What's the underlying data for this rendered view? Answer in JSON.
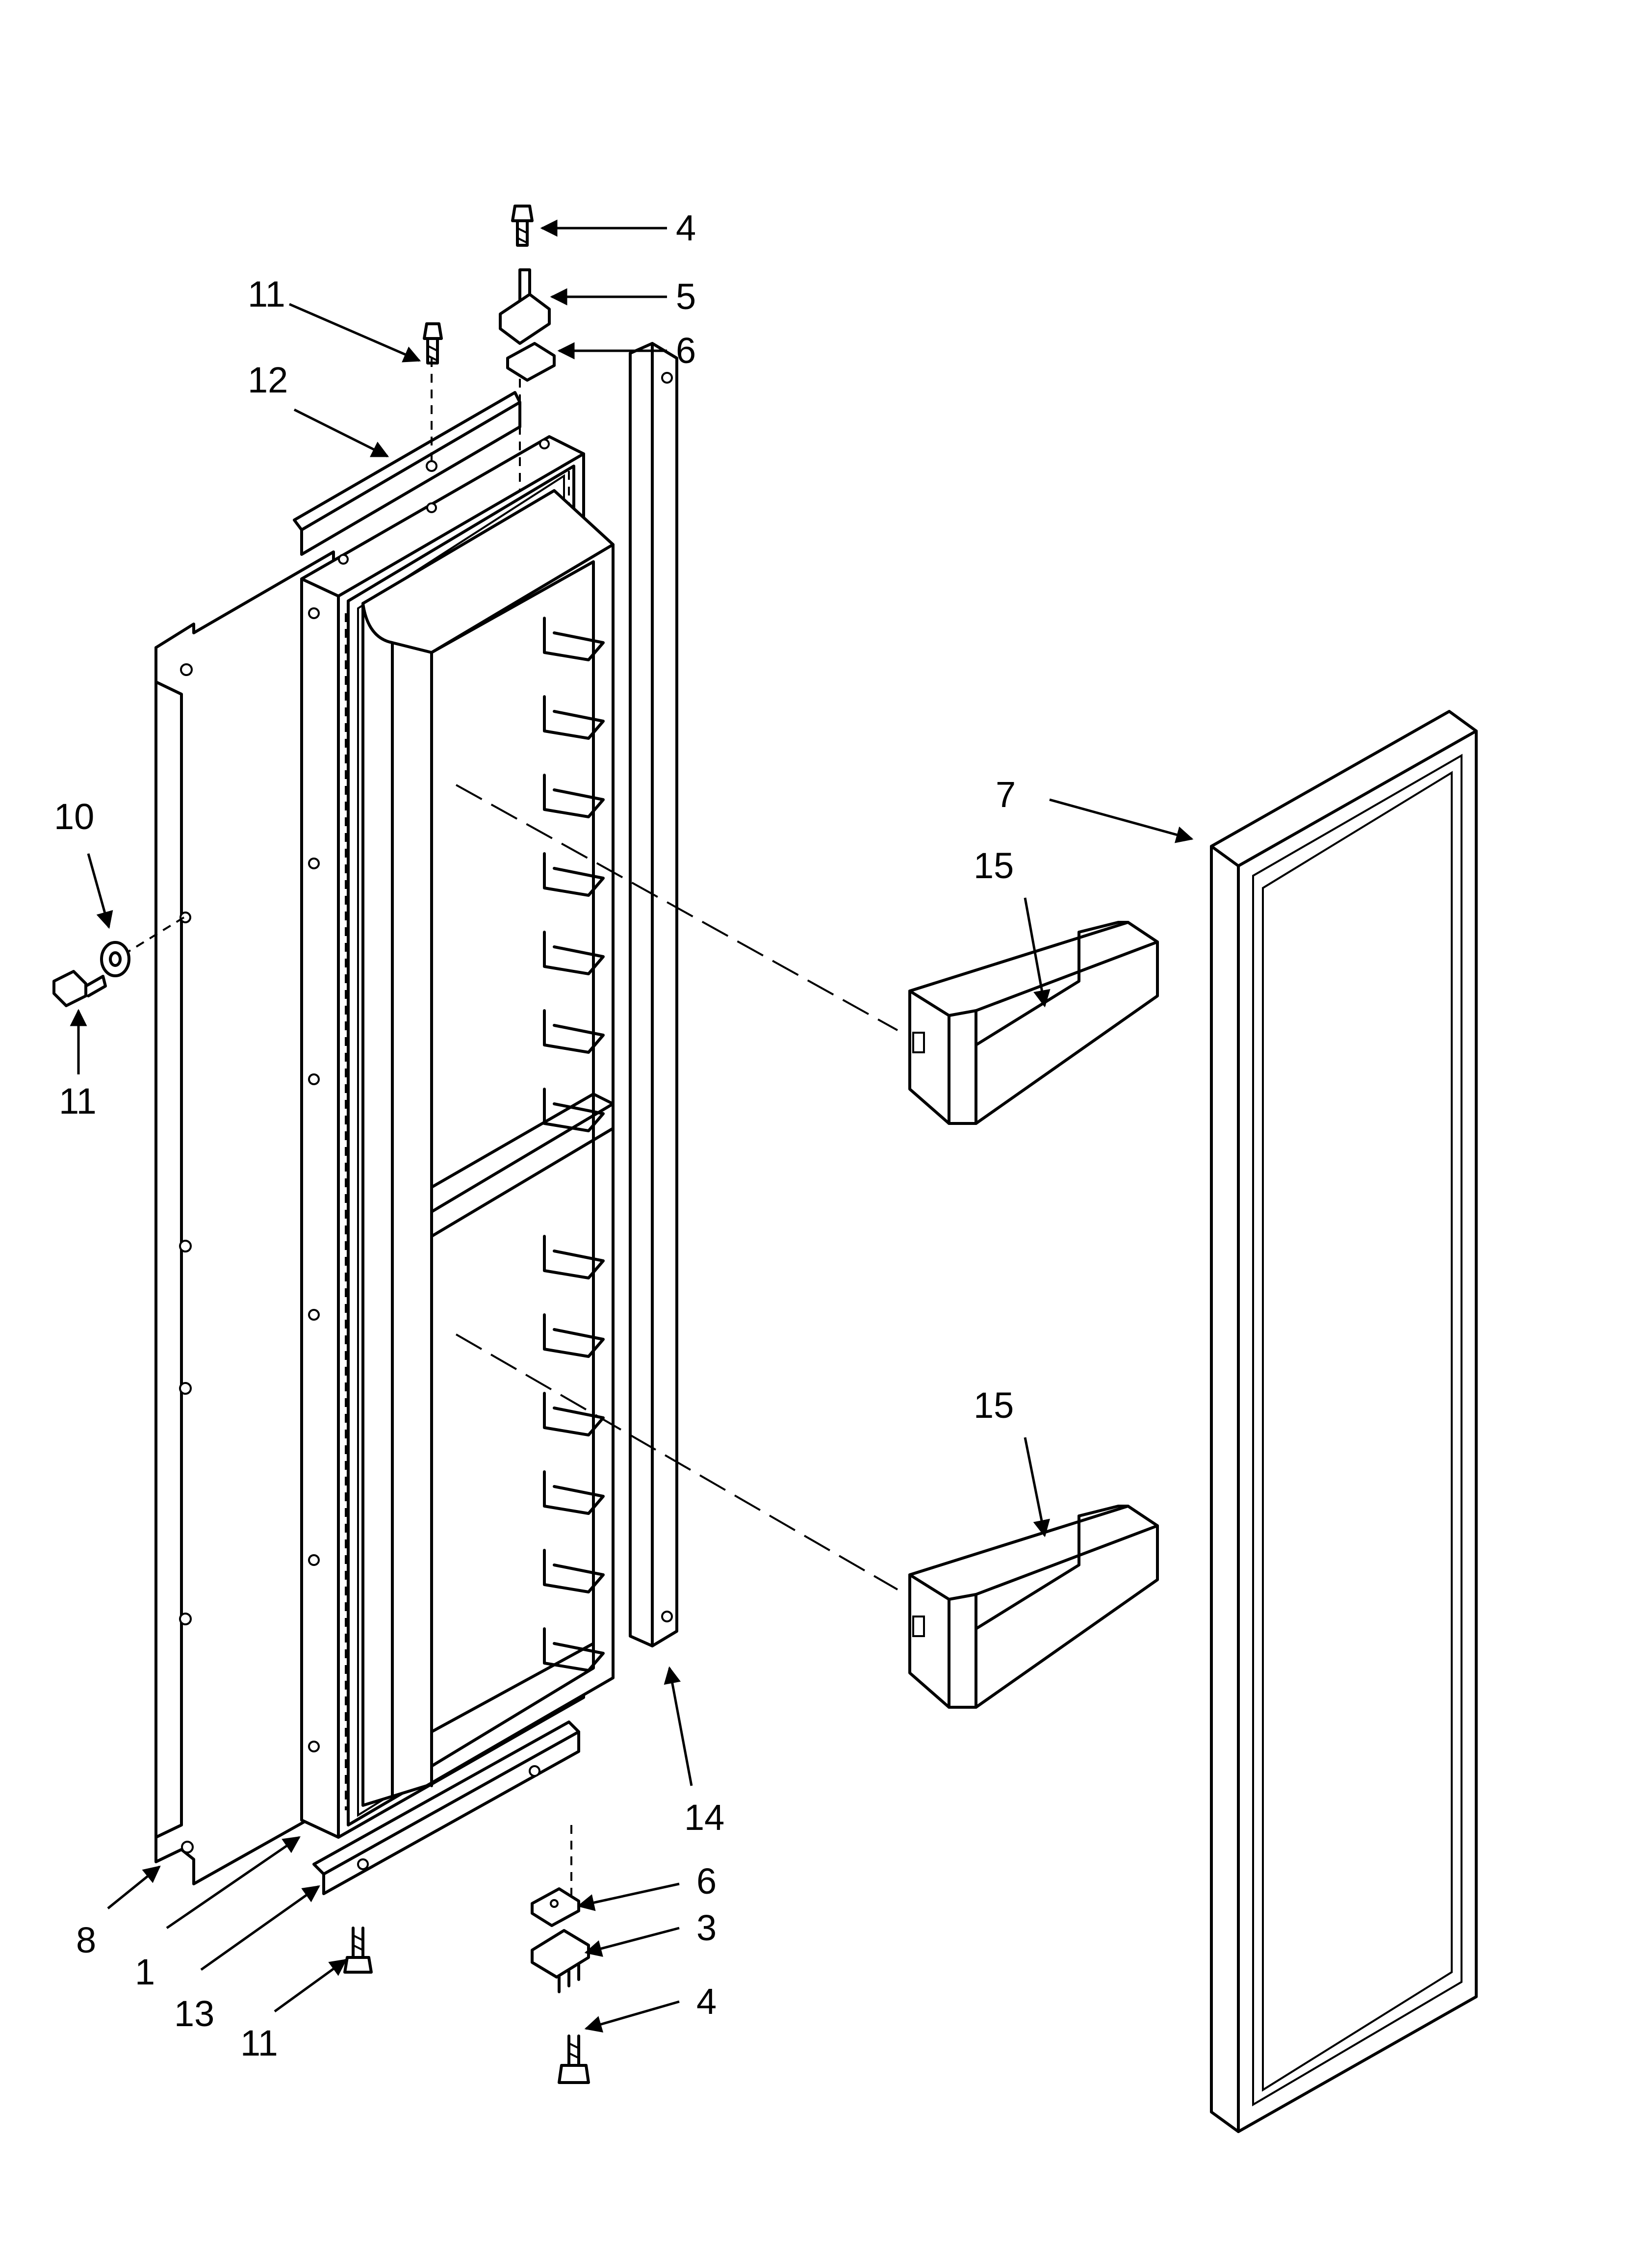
{
  "callouts": [
    {
      "id": "c1",
      "label": "1"
    },
    {
      "id": "c3",
      "label": "3"
    },
    {
      "id": "c4a",
      "label": "4"
    },
    {
      "id": "c4b",
      "label": "4"
    },
    {
      "id": "c5",
      "label": "5"
    },
    {
      "id": "c6a",
      "label": "6"
    },
    {
      "id": "c6b",
      "label": "6"
    },
    {
      "id": "c7",
      "label": "7"
    },
    {
      "id": "c8",
      "label": "8"
    },
    {
      "id": "c10",
      "label": "10"
    },
    {
      "id": "c11a",
      "label": "11"
    },
    {
      "id": "c11b",
      "label": "11"
    },
    {
      "id": "c11c",
      "label": "11"
    },
    {
      "id": "c12",
      "label": "12"
    },
    {
      "id": "c13",
      "label": "13"
    },
    {
      "id": "c14",
      "label": "14"
    },
    {
      "id": "c15a",
      "label": "15"
    },
    {
      "id": "c15b",
      "label": "15"
    }
  ]
}
